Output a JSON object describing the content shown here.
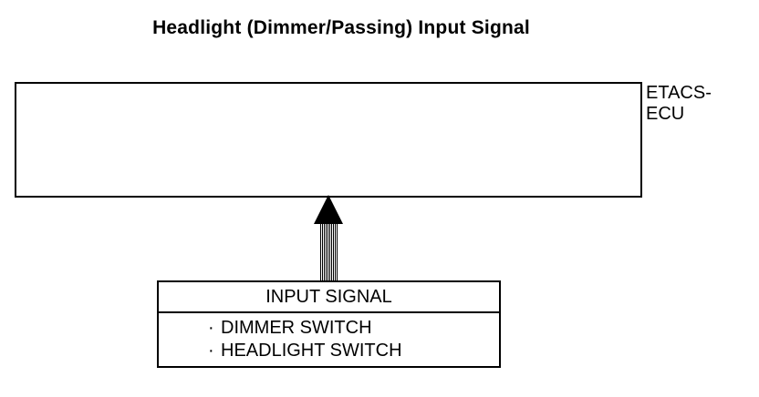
{
  "title": "Headlight (Dimmer/Passing) Input Signal",
  "ecu": {
    "label_line1": "ETACS-",
    "label_line2": "ECU"
  },
  "input": {
    "header": "INPUT SIGNAL",
    "bullet": "·",
    "items": [
      "DIMMER SWITCH",
      "HEADLIGHT SWITCH"
    ]
  }
}
